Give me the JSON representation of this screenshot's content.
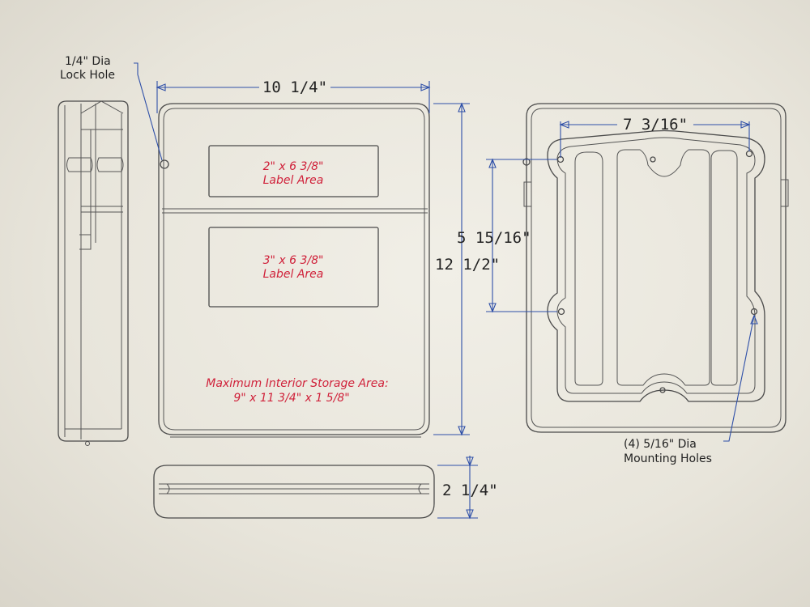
{
  "colors": {
    "outline": "#4a4a4a",
    "dimension": "#2e4fa8",
    "label_text": "#d0213a",
    "paper": "#ece9e0"
  },
  "annotations": {
    "lock_hole_line1": "1/4\" Dia",
    "lock_hole_line2": "Lock Hole",
    "mounting_line1": "(4) 5/16\" Dia",
    "mounting_line2": "Mounting Holes"
  },
  "dimensions": {
    "width": "10 1/4\"",
    "height": "12 1/2\"",
    "depth": "2 1/4\"",
    "hole_spacing_h": "7 3/16\"",
    "hole_spacing_v": "5 15/16\""
  },
  "labels": {
    "top_area_line1": "2\" x 6 3/8\"",
    "top_area_line2": "Label Area",
    "mid_area_line1": "3\" x 6 3/8\"",
    "mid_area_line2": "Label Area",
    "storage_line1": "Maximum Interior Storage Area:",
    "storage_line2": "9\" x 11 3/4\" x 1 5/8\""
  }
}
